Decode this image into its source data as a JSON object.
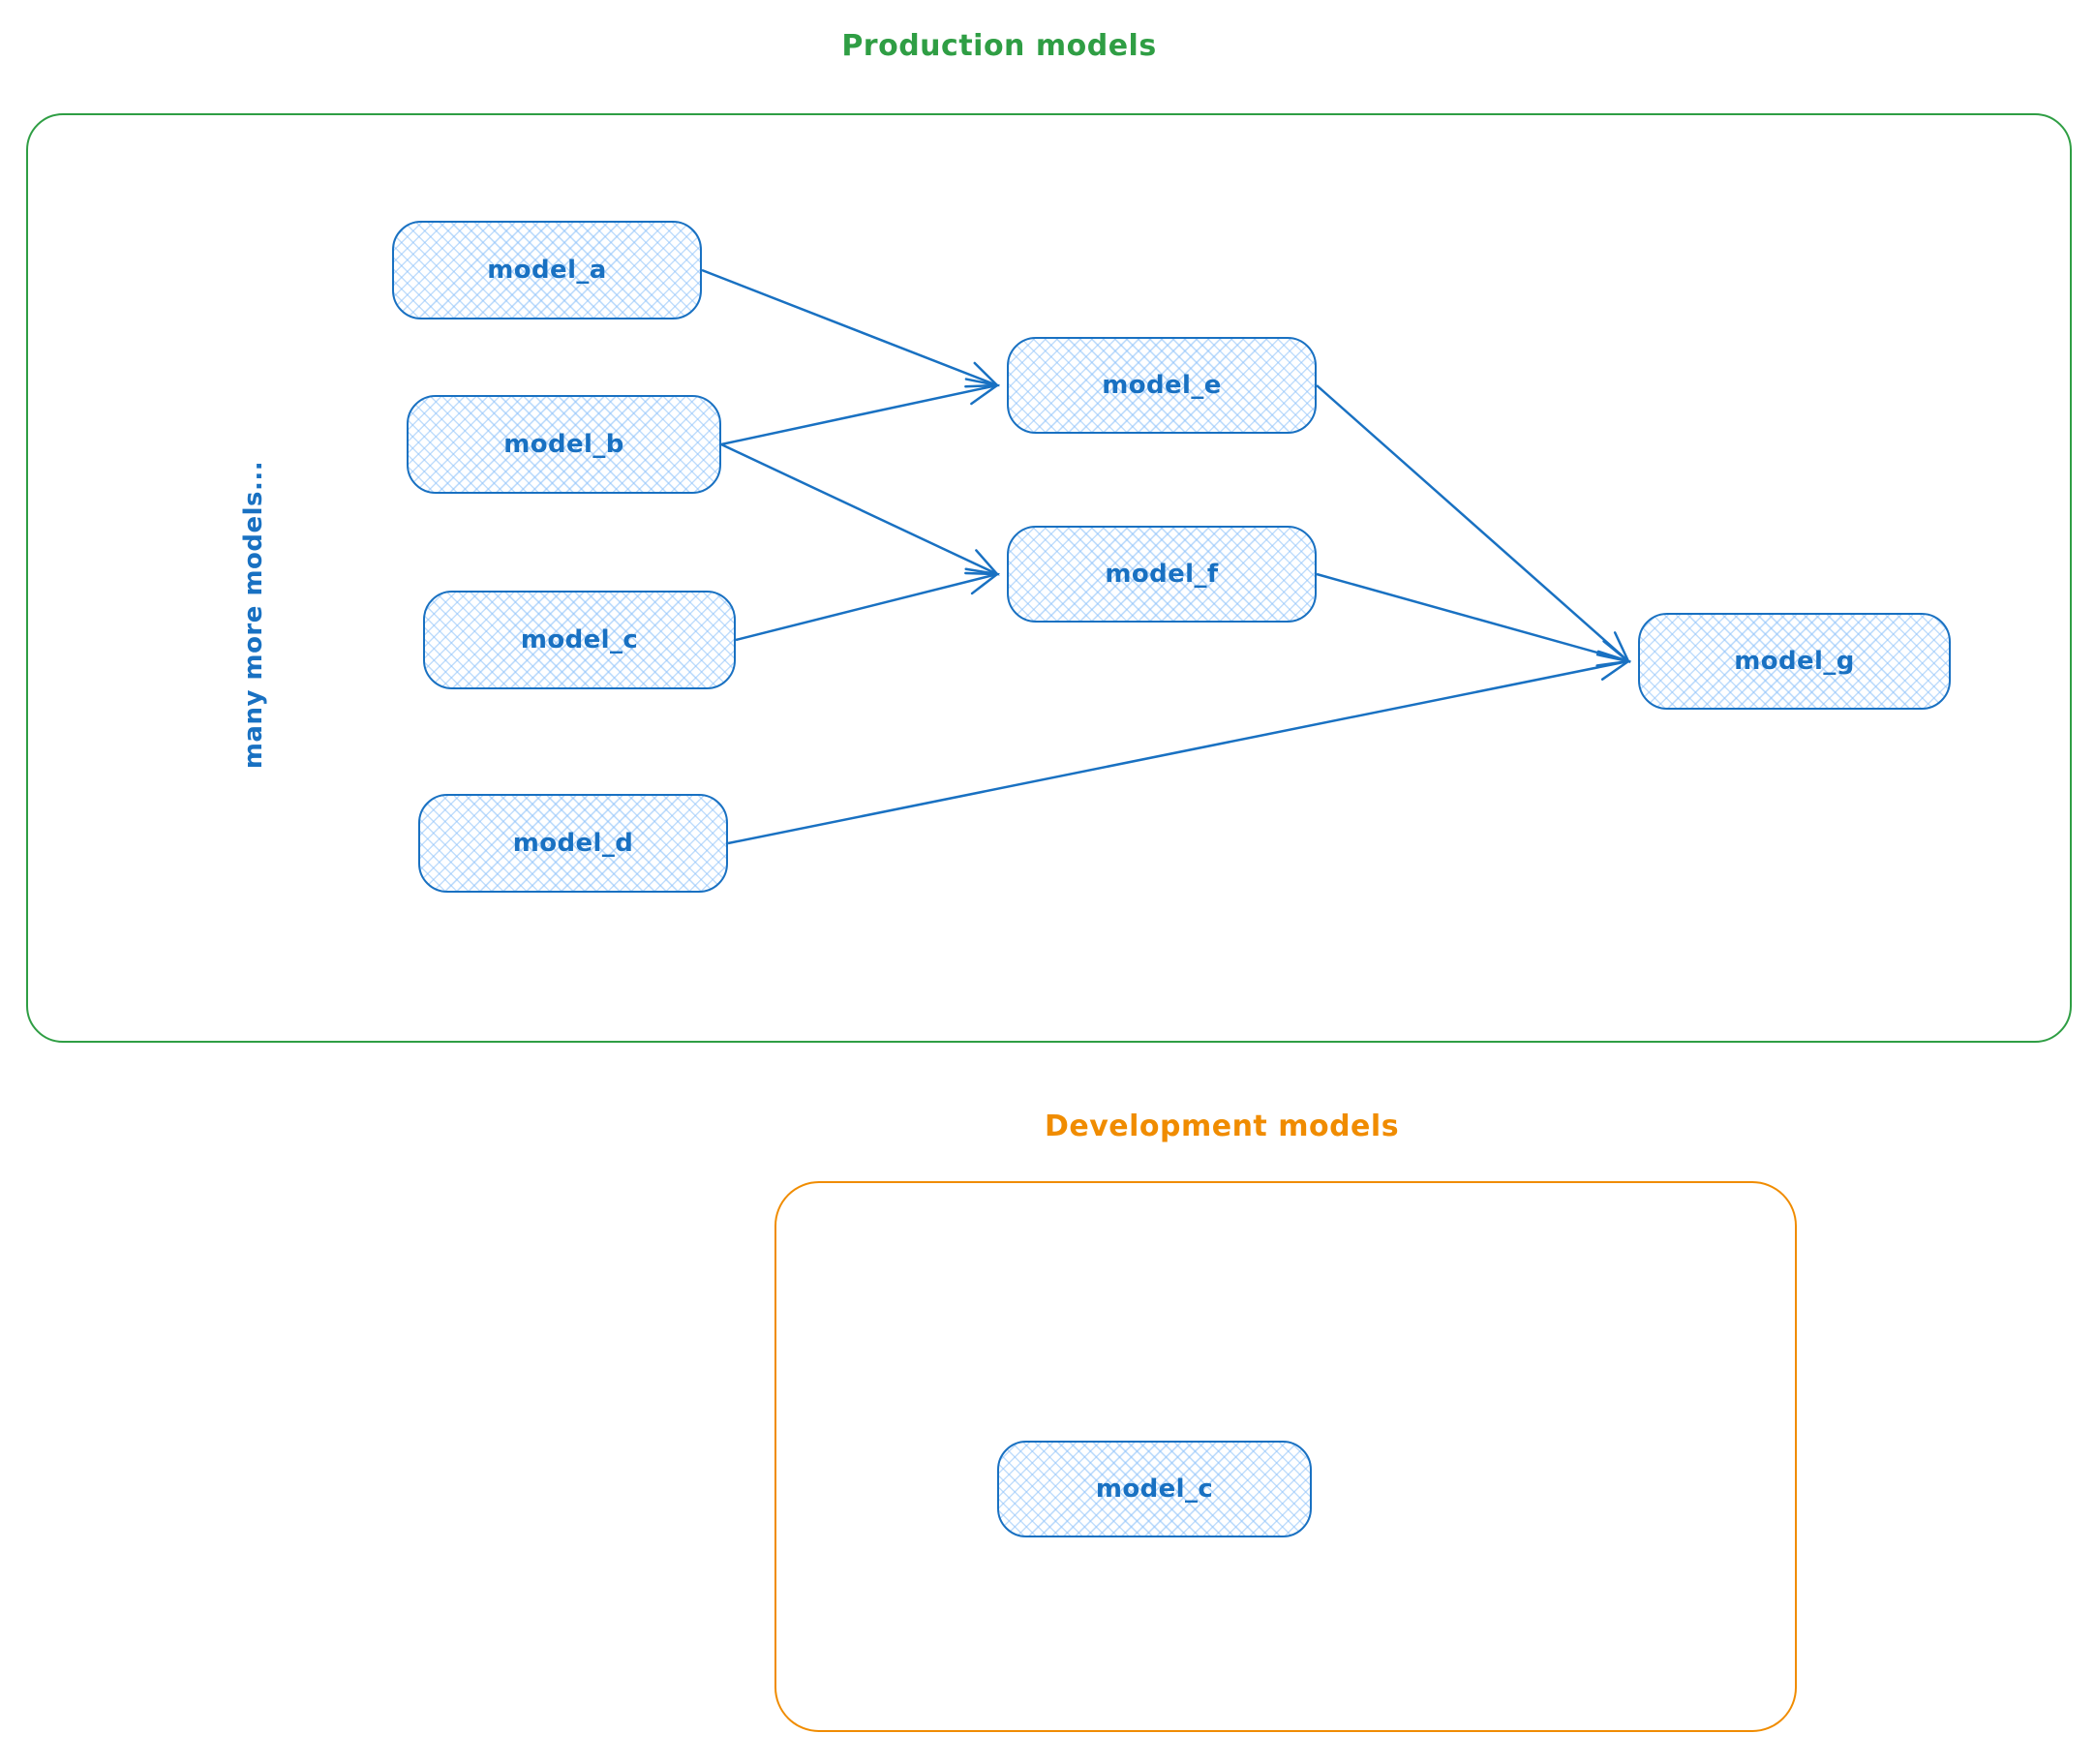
{
  "production": {
    "title": "Production models",
    "side_note": "many more models...",
    "accent_color": "#2f9e44"
  },
  "development": {
    "title": "Development models",
    "accent_color": "#f08c00"
  },
  "nodes": {
    "model_a": {
      "label": "model_a",
      "section": "production"
    },
    "model_b": {
      "label": "model_b",
      "section": "production"
    },
    "model_c": {
      "label": "model_c",
      "section": "production"
    },
    "model_d": {
      "label": "model_d",
      "section": "production"
    },
    "model_e": {
      "label": "model_e",
      "section": "production"
    },
    "model_f": {
      "label": "model_f",
      "section": "production"
    },
    "model_g": {
      "label": "model_g",
      "section": "production"
    },
    "model_c_dev": {
      "label": "model_c",
      "section": "development"
    }
  },
  "edges": [
    {
      "from": "model_a",
      "to": "model_e"
    },
    {
      "from": "model_b",
      "to": "model_e"
    },
    {
      "from": "model_b",
      "to": "model_f"
    },
    {
      "from": "model_c",
      "to": "model_f"
    },
    {
      "from": "model_e",
      "to": "model_g"
    },
    {
      "from": "model_f",
      "to": "model_g"
    },
    {
      "from": "model_d",
      "to": "model_g"
    }
  ],
  "colors": {
    "node_border": "#1971c2",
    "node_text": "#1971c2",
    "node_fill_hatch": "#a5d8ff",
    "arrow": "#1971c2",
    "production_frame": "#2f9e44",
    "development_frame": "#f08c00"
  }
}
